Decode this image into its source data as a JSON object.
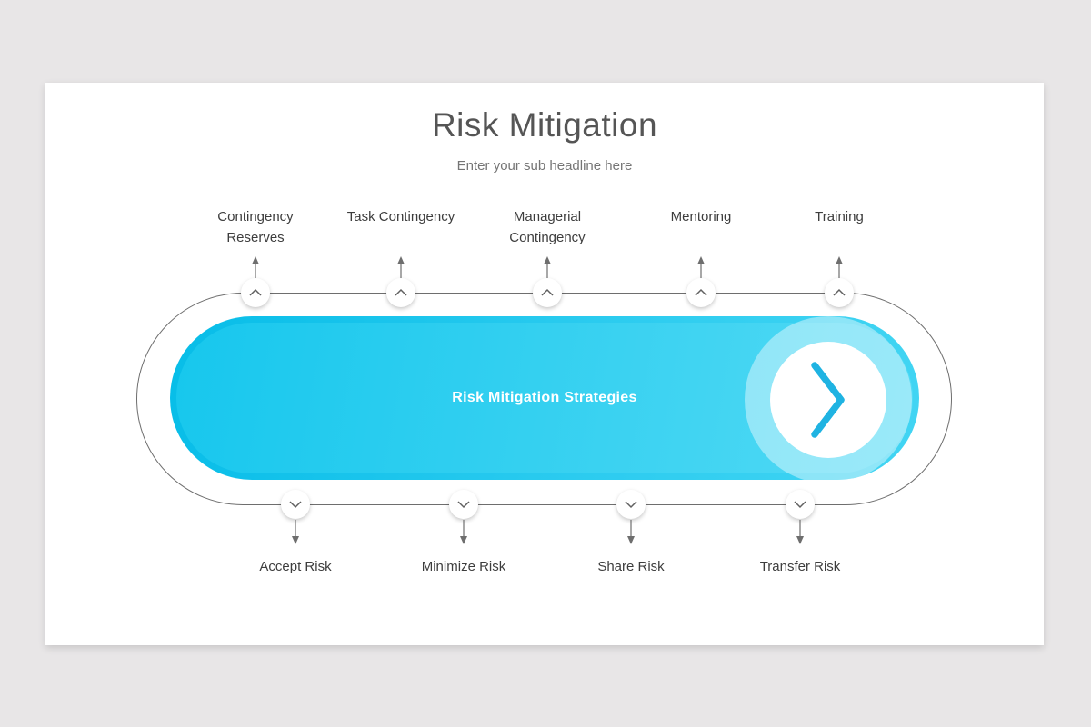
{
  "slide": {
    "title": "Risk Mitigation",
    "subtitle": "Enter your sub headline here",
    "banner_label": "Risk Mitigation Strategies",
    "top_items": [
      "Contingency Reserves",
      "Task Contingency",
      "Managerial Contingency",
      "Mentoring",
      "Training"
    ],
    "bottom_items": [
      "Accept Risk",
      "Minimize Risk",
      "Share Risk",
      "Transfer Risk"
    ],
    "icons": {
      "chevron_up": "⌃",
      "chevron_down": "⌄",
      "chevron_right": "›",
      "arrow_up": "↑",
      "arrow_down": "↓"
    },
    "colors": {
      "page_background": "#e8e6e7",
      "slide_background": "#ffffff",
      "accent_dark": "#07bde8",
      "accent_light": "#52daf5",
      "banner_text": "#ffffff",
      "banner_chevron": "#1fb3e2",
      "loop_outline": "#6e6e6e",
      "title_text": "#555555",
      "subtitle_text": "#757575",
      "label_text": "#3d3d3d",
      "node_chevron": "#606060"
    }
  }
}
